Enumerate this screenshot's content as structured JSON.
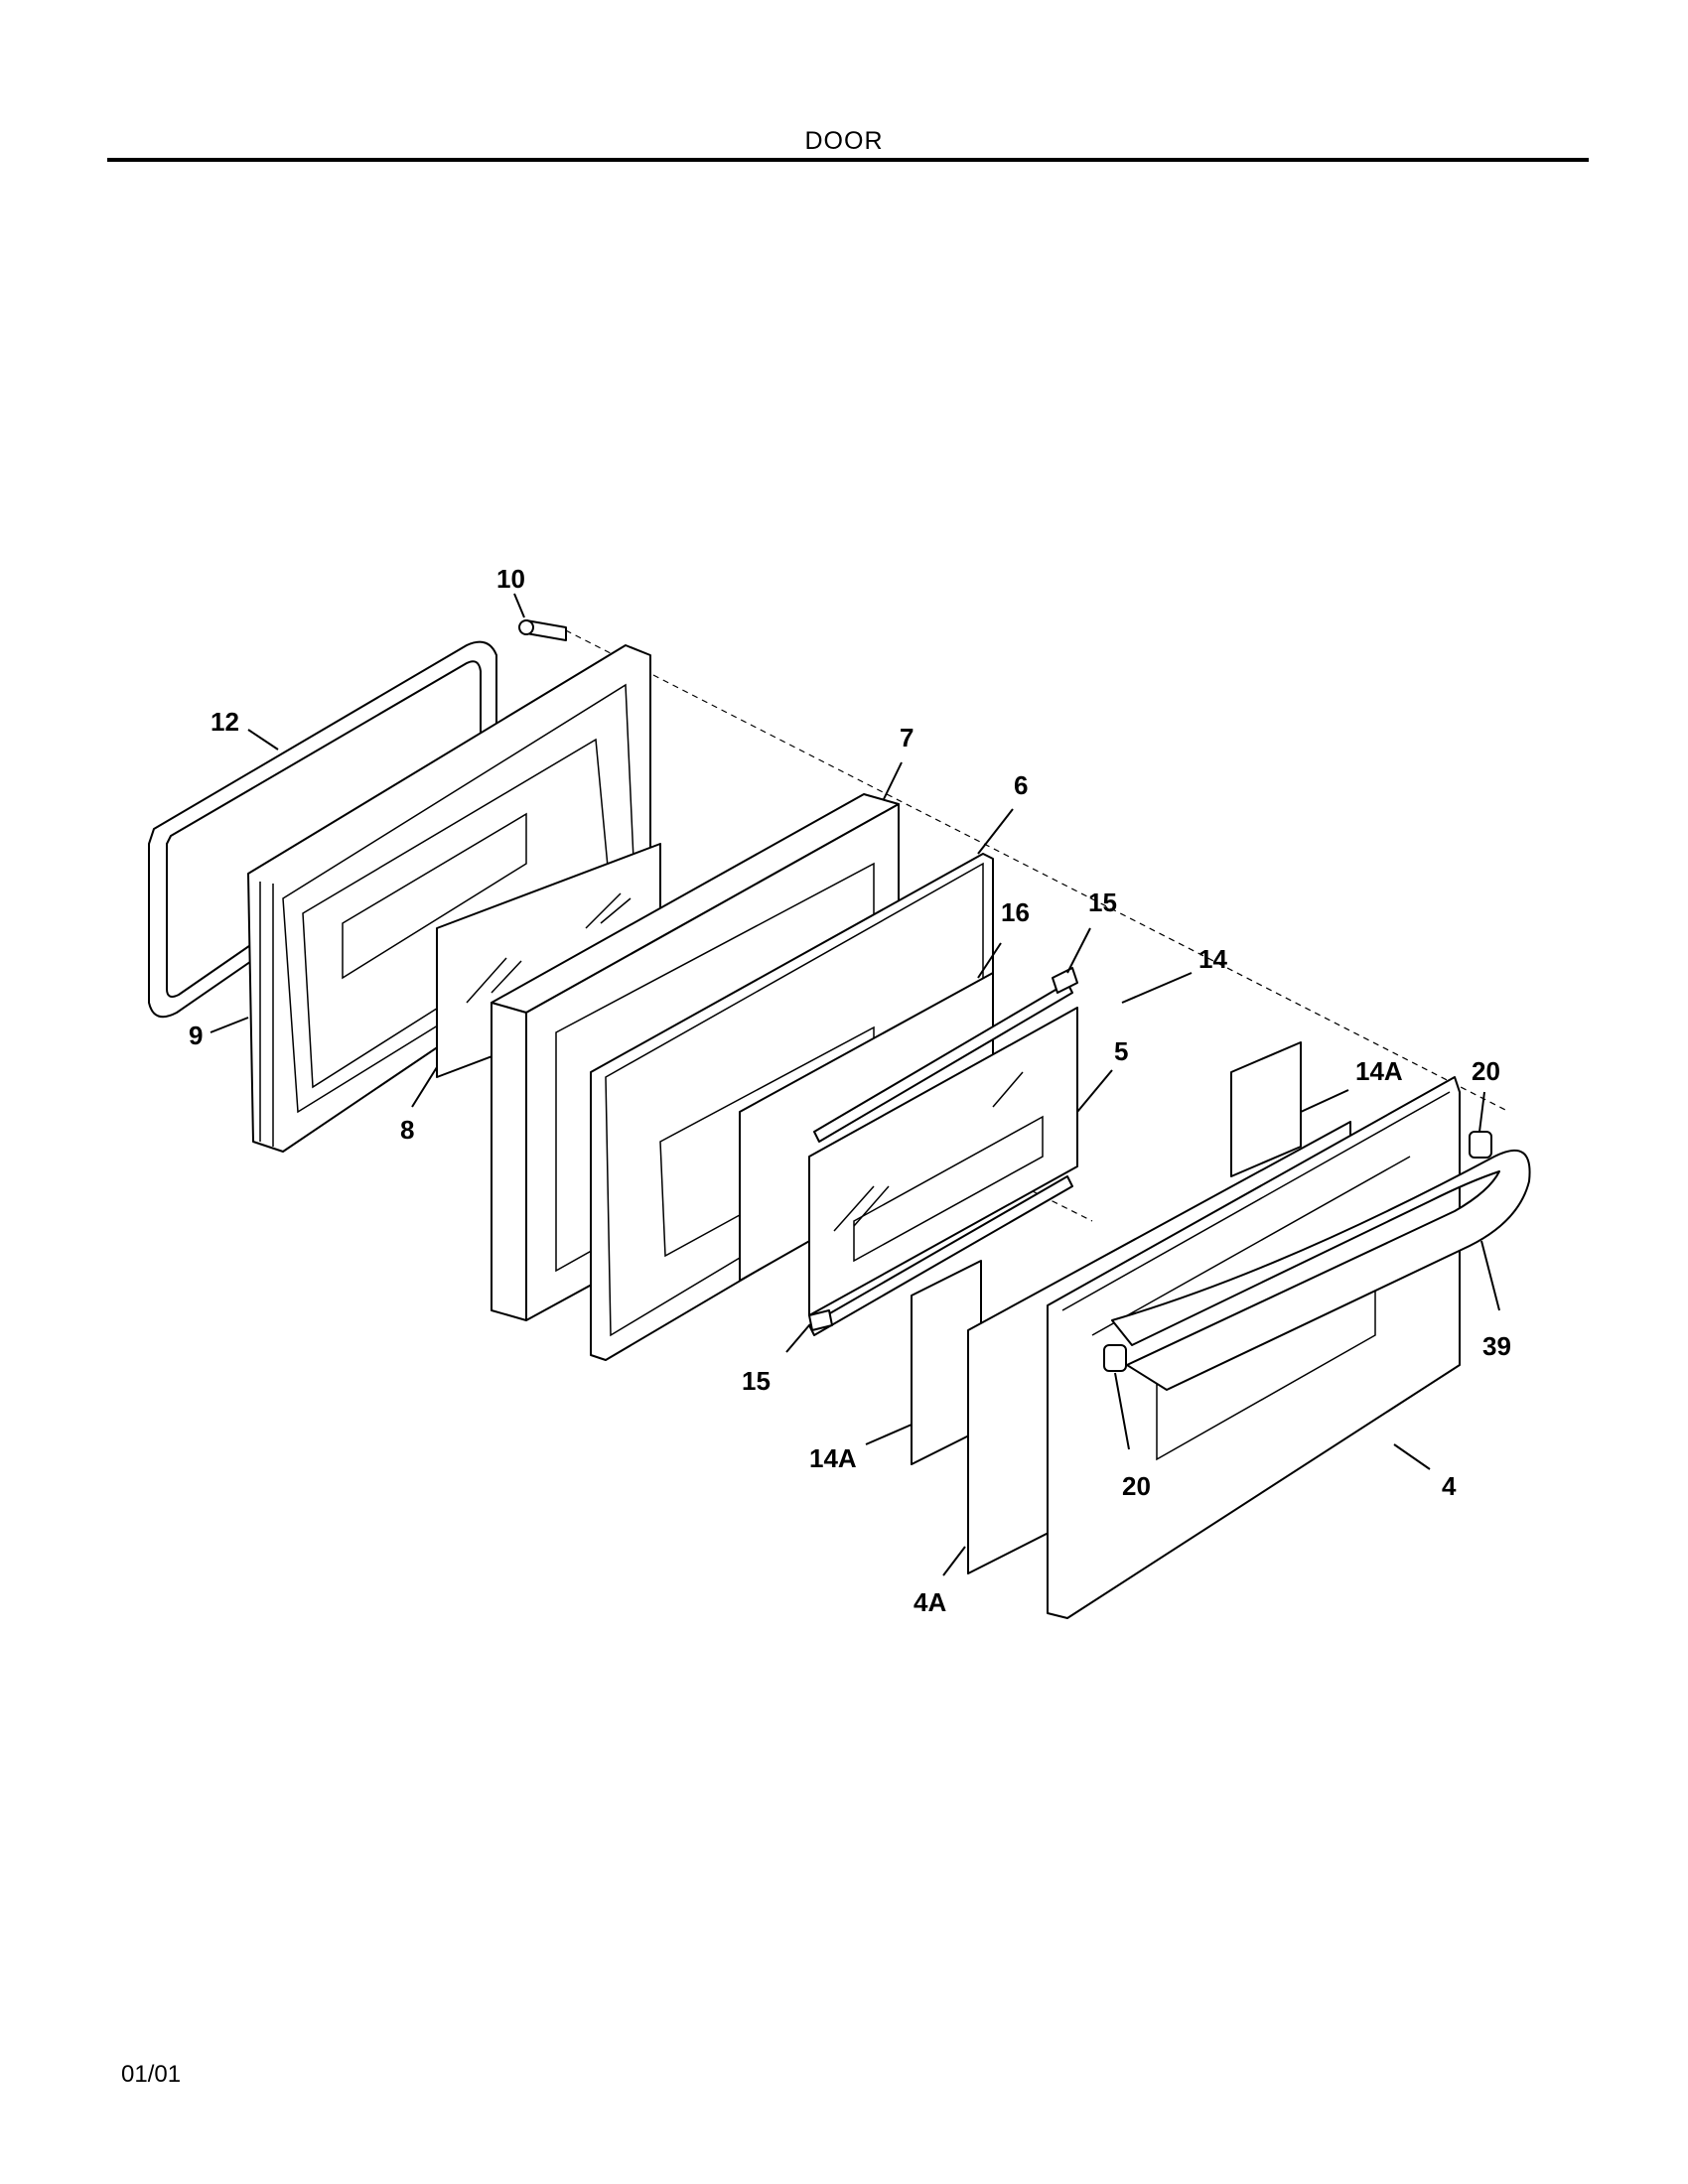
{
  "page": {
    "title": "DOOR",
    "footer": "01/01"
  },
  "callouts": {
    "c10": "10",
    "c12": "12",
    "c9": "9",
    "c8": "8",
    "c7": "7",
    "c6": "6",
    "c16": "16",
    "c15_top": "15",
    "c14": "14",
    "c5": "5",
    "c14a_right": "14A",
    "c20_right": "20",
    "c39": "39",
    "c15_bottom": "15",
    "c14a_left": "14A",
    "c20_left": "20",
    "c4": "4",
    "c4a": "4A"
  }
}
